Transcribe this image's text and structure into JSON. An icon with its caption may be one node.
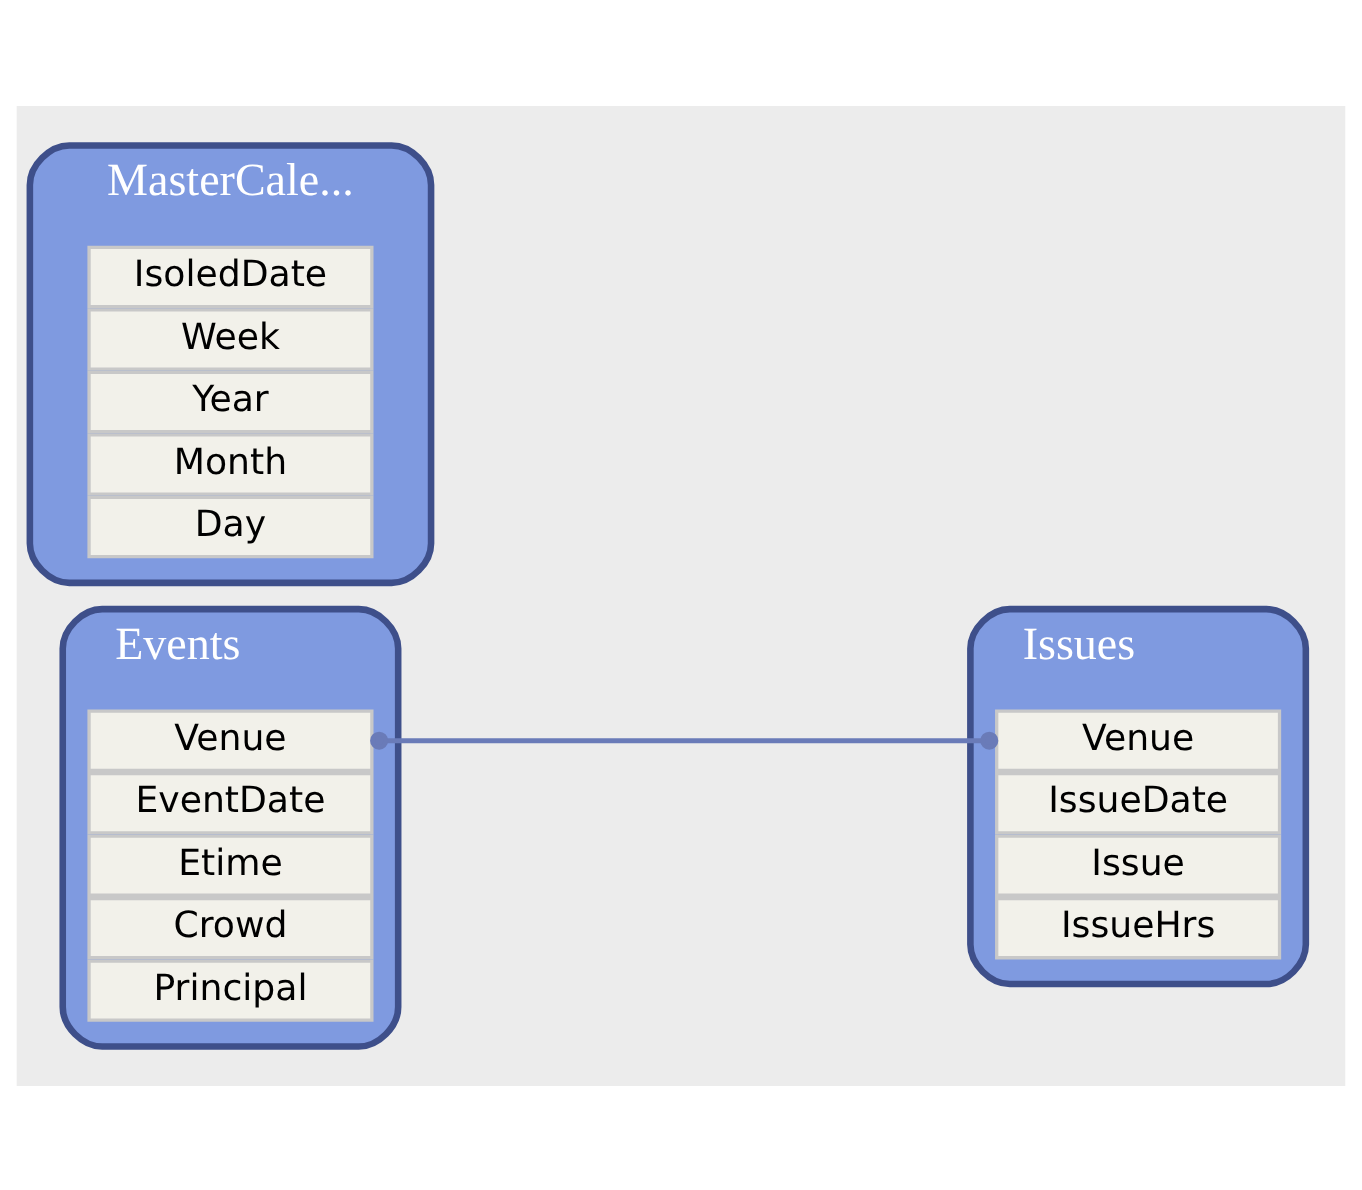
{
  "diagram": {
    "nodes": [
      {
        "text": [
          "Events"
        ]
      },
      {
        "text": [
          "Venue"
        ],
        "in": 0
      },
      {
        "text": [
          "EventDate"
        ],
        "in": 0
      },
      {
        "text": [
          "Etime"
        ],
        "in": 0
      },
      {
        "text": [
          "Crowd"
        ],
        "in": 0
      },
      {
        "text": [
          "Principal"
        ],
        "in": 0
      },
      {
        "text": [
          "MasterCale..."
        ]
      },
      {
        "text": [
          "IsoledDate"
        ],
        "in": 6
      },
      {
        "text": [
          "Week"
        ],
        "in": 6
      },
      {
        "text": [
          "Year"
        ],
        "in": 6
      },
      {
        "text": [
          "Month"
        ],
        "in": 6
      },
      {
        "text": [
          "Day"
        ],
        "in": 6
      },
      {
        "text": [
          "Issues"
        ]
      },
      {
        "text": [
          "Venue"
        ],
        "in": 12
      },
      {
        "text": [
          "IssueDate"
        ],
        "in": 12
      },
      {
        "text": [
          "Issue"
        ],
        "in": 12
      },
      {
        "text": [
          "IssueHrs"
        ],
        "in": 12
      }
    ],
    "edges": [
      {
        "from": 1,
        "to": 13,
        "arrow": "other"
      }
    ]
  }
}
